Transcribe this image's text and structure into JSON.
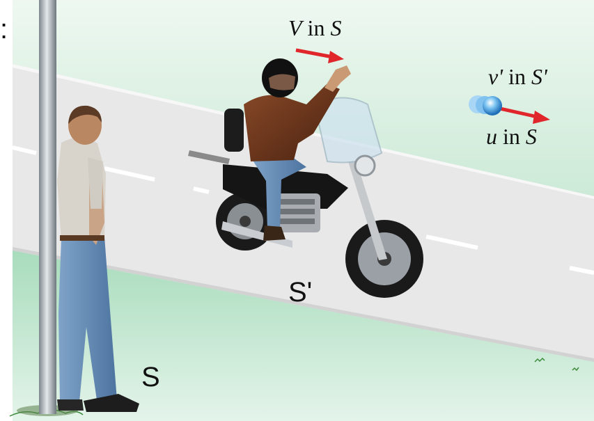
{
  "labels": {
    "frame_s": "S",
    "frame_s_prime": "S'",
    "V": "V",
    "in_1": "in",
    "S_1": "S",
    "v_prime": "v'",
    "in_2": "in",
    "S_prime": "S'",
    "u": "u",
    "in_3": "in",
    "S_3": "S"
  },
  "colors": {
    "arrow": "#e0262a",
    "particle": "#4aa8e8",
    "grass": "#b8e2c8",
    "road": "#e6e6e6",
    "pole": "#b0b6bc"
  }
}
